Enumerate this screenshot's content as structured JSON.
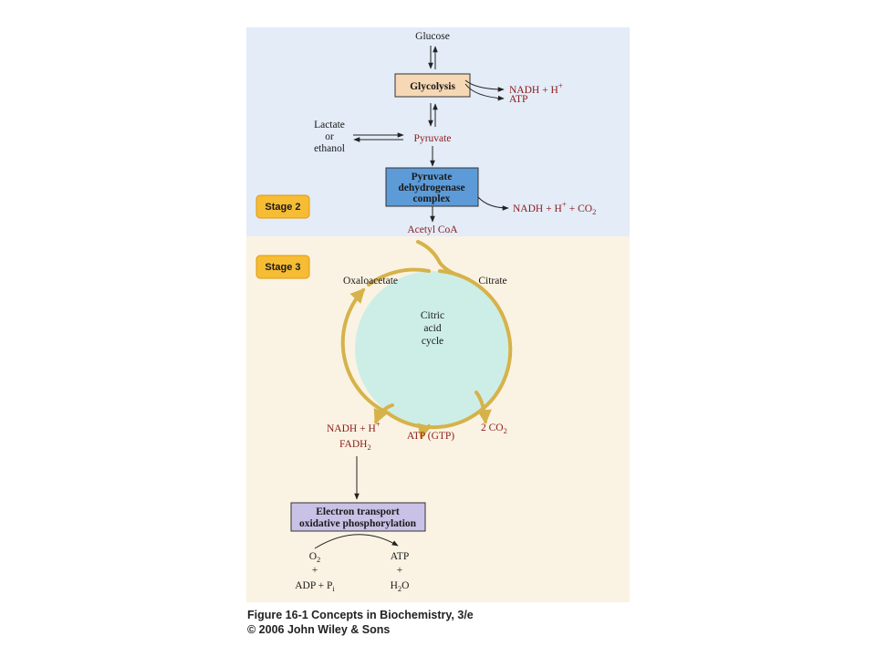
{
  "colors": {
    "stage_top_bg": "#e3ecf7",
    "stage_bottom_bg": "#faf3e3",
    "glycolysis_box": "#f6d8b4",
    "pdh_box": "#5d9bd8",
    "etc_box": "#c9c1e6",
    "cycle_fill": "#cdeee6",
    "cycle_arrow": "#d6b24a",
    "stage_badge": "#f6bc34",
    "red_text": "#8b1a1a"
  },
  "nodes": {
    "glucose": "Glucose",
    "glycolysis": "Glycolysis",
    "glycolysis_out_1": "NADH + H",
    "glycolysis_out_1_sup": "+",
    "glycolysis_out_2": "ATP",
    "lactate_line1": "Lactate",
    "lactate_line2": "or",
    "lactate_line3": "ethanol",
    "pyruvate": "Pyruvate",
    "pdh_line1": "Pyruvate",
    "pdh_line2": "dehydrogenase",
    "pdh_line3": "complex",
    "pdh_out_a": "NADH + H",
    "pdh_out_sup": "+",
    "pdh_out_b": " + CO",
    "pdh_out_sub": "2",
    "acetyl_coa": "Acetyl CoA",
    "oxaloacetate": "Oxaloacetate",
    "citrate": "Citrate",
    "cycle_line1": "Citric",
    "cycle_line2": "acid",
    "cycle_line3": "cycle",
    "nadh_a": "NADH + H",
    "nadh_sup": "+",
    "fadh_a": "FADH",
    "fadh_sub": "2",
    "atp_gtp": "ATP (GTP)",
    "co2_a": "2 CO",
    "co2_sub": "2",
    "etc_line1": "Electron transport",
    "etc_line2": "oxidative phosphorylation",
    "o2_a": "O",
    "o2_sub": "2",
    "plus": "+",
    "adp_a": "ADP + P",
    "adp_sub": "i",
    "atp": "ATP",
    "h2o_a": "H",
    "h2o_sub": "2",
    "h2o_b": "O"
  },
  "stages": {
    "stage2": "Stage 2",
    "stage3": "Stage 3"
  },
  "caption": {
    "line1": "Figure 16-1  Concepts in Biochemistry, 3/e",
    "line2": "© 2006 John Wiley & Sons"
  }
}
